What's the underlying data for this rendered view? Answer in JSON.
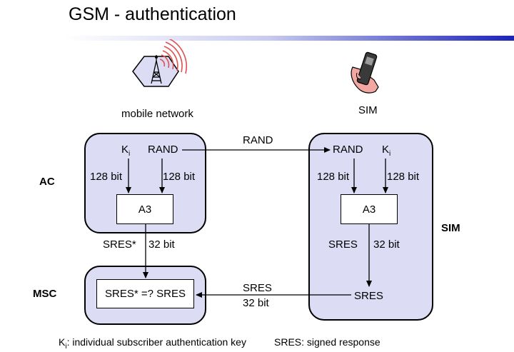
{
  "title": "GSM - authentication",
  "network": {
    "label": "mobile network"
  },
  "phone": {
    "label": "SIM"
  },
  "rows": {
    "ac": "AC",
    "msc": "MSC",
    "sim": "SIM"
  },
  "ac_panel": {
    "k": "K",
    "k_sub": "i",
    "rand": "RAND",
    "bits_left": "128 bit",
    "bits_right": "128 bit",
    "algo": "A3",
    "sres_label": "SRES*",
    "sres_bits": "32 bit"
  },
  "sim_panel": {
    "rand": "RAND",
    "k": "K",
    "k_sub": "i",
    "bits_left": "128 bit",
    "bits_right": "128 bit",
    "algo": "A3",
    "sres_label": "SRES",
    "sres_bits": "32 bit",
    "sres_out": "SRES"
  },
  "msc_panel": {
    "compare": "SRES* =? SRES"
  },
  "links": {
    "rand": "RAND",
    "sres": "SRES",
    "sres_bits": "32 bit"
  },
  "footer": {
    "k": "K",
    "k_sub": "i",
    "k_desc": ": individual subscriber authentication key",
    "sres_desc": "SRES: signed response"
  }
}
